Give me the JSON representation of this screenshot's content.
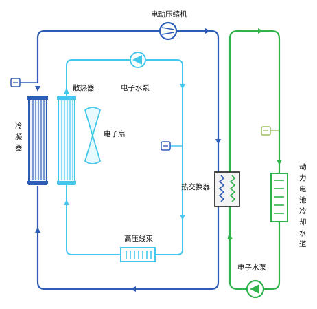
{
  "labels": {
    "compressor": "电动压缩机",
    "radiator": "散热器",
    "pump_top": "电子水泵",
    "fan": "电子扇",
    "condenser": [
      "冷",
      "凝",
      "器"
    ],
    "heat_exchanger": "热交换器",
    "hv_harness": "高压线束",
    "battery_channel": [
      "动",
      "力",
      "电",
      "池",
      "冷",
      "却",
      "水",
      "道"
    ],
    "pump_bottom": "电子水泵"
  },
  "colors": {
    "refrigerant_loop": "#2e5db7",
    "coolant_loop": "#44c7ec",
    "battery_loop": "#2fb34a",
    "sensor_green": "#9bbf5a"
  },
  "icons": [
    "compressor-icon",
    "water-pump-icon",
    "fan-icon",
    "sensor-icon"
  ]
}
